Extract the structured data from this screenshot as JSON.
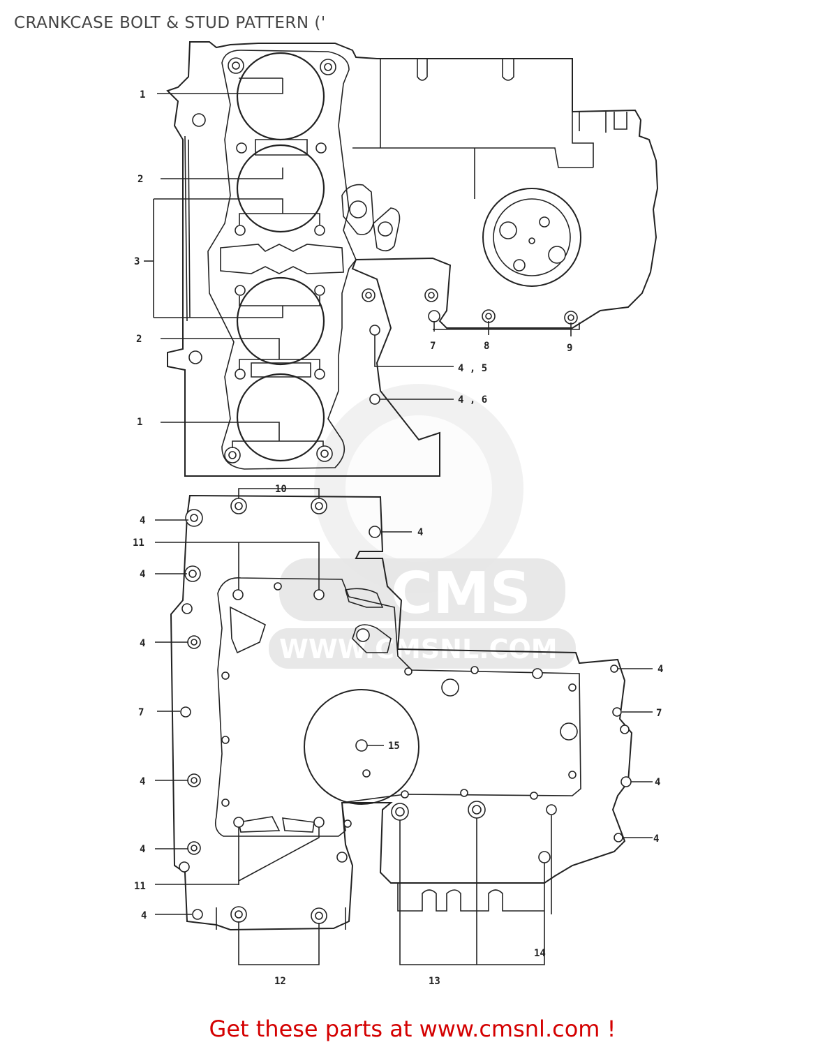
{
  "title": "CRANKCASE BOLT & STUD PATTERN ('",
  "footer": "Get these parts at www.cmsnl.com !",
  "watermark": {
    "brand": "CMS",
    "url": "WWW.CMSNL.COM"
  },
  "callouts": [
    {
      "id": "c-1a",
      "label": "1"
    },
    {
      "id": "c-2a",
      "label": "2"
    },
    {
      "id": "c-3",
      "label": "3"
    },
    {
      "id": "c-2b",
      "label": "2"
    },
    {
      "id": "c-1b",
      "label": "1"
    },
    {
      "id": "c-7a",
      "label": "7"
    },
    {
      "id": "c-8",
      "label": "8"
    },
    {
      "id": "c-9",
      "label": "9"
    },
    {
      "id": "c-45",
      "label": "4 , 5"
    },
    {
      "id": "c-46",
      "label": "4 , 6"
    },
    {
      "id": "c-10",
      "label": "10"
    },
    {
      "id": "c-4a",
      "label": "4"
    },
    {
      "id": "c-4b",
      "label": "4"
    },
    {
      "id": "c-11a",
      "label": "11"
    },
    {
      "id": "c-4c",
      "label": "4"
    },
    {
      "id": "c-4d",
      "label": "4"
    },
    {
      "id": "c-7b",
      "label": "7"
    },
    {
      "id": "c-4e",
      "label": "4"
    },
    {
      "id": "c-4f",
      "label": "4"
    },
    {
      "id": "c-11b",
      "label": "11"
    },
    {
      "id": "c-4g",
      "label": "4"
    },
    {
      "id": "c-4h",
      "label": "4"
    },
    {
      "id": "c-7c",
      "label": "7"
    },
    {
      "id": "c-4i",
      "label": "4"
    },
    {
      "id": "c-4j",
      "label": "4"
    },
    {
      "id": "c-15",
      "label": "15"
    },
    {
      "id": "c-12",
      "label": "12"
    },
    {
      "id": "c-13",
      "label": "13"
    },
    {
      "id": "c-14",
      "label": "14"
    }
  ]
}
